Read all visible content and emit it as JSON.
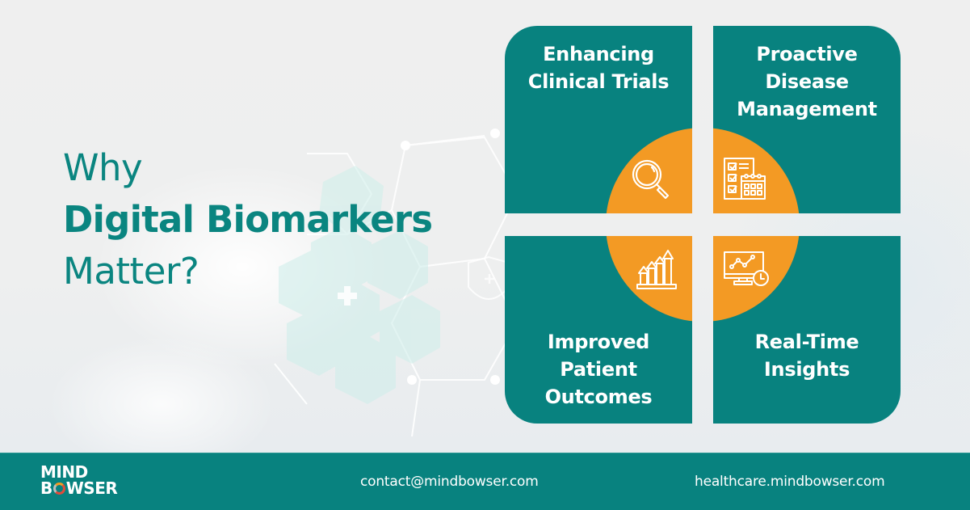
{
  "headline": {
    "line1": "Why",
    "line2": "Digital Biomarkers",
    "line3": "Matter?"
  },
  "cards": [
    {
      "title_lines": [
        "Enhancing",
        "Clinical Trials"
      ],
      "icon": "magnifying-glass-icon"
    },
    {
      "title_lines": [
        "Proactive",
        "Disease",
        "Management"
      ],
      "icon": "checklist-calendar-icon"
    },
    {
      "title_lines": [
        "Improved",
        "Patient",
        "Outcomes"
      ],
      "icon": "growth-bar-chart-icon"
    },
    {
      "title_lines": [
        "Real-Time",
        "Insights"
      ],
      "icon": "monitor-analytics-clock-icon"
    }
  ],
  "footer": {
    "logo_line1": "MIND",
    "logo_line2_a": "B",
    "logo_line2_b": "WSER",
    "email": "contact@mindbowser.com",
    "website": "healthcare.mindbowser.com"
  },
  "colors": {
    "teal": "#08827f",
    "orange": "#f39a24",
    "background": "#efefef",
    "text_white": "#ffffff"
  }
}
